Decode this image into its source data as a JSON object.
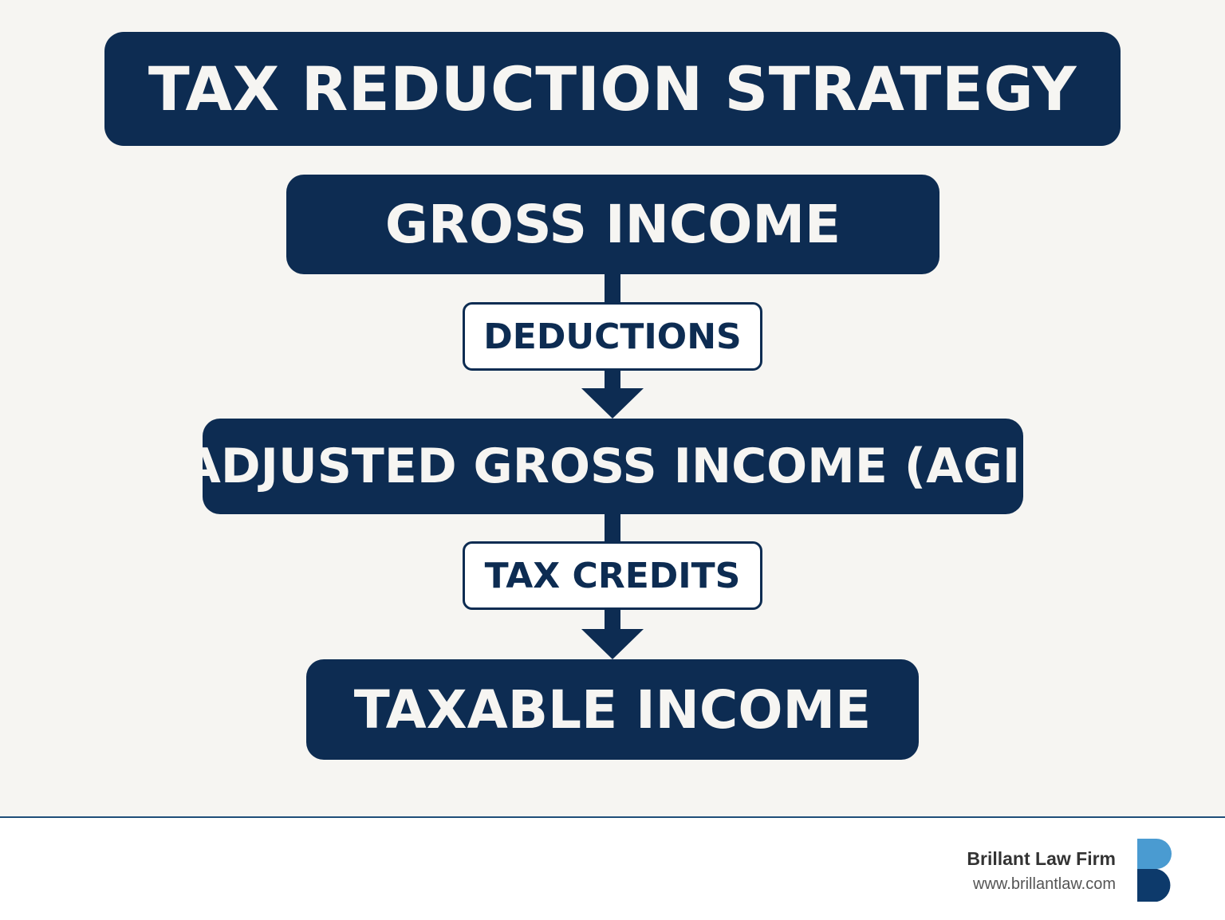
{
  "diagram": {
    "title": "TAX REDUCTION STRATEGY",
    "nodes": {
      "gross_income": "GROSS INCOME",
      "agi": "ADJUSTED GROSS INCOME (AGI)",
      "taxable_income": "TAXABLE INCOME"
    },
    "steps": {
      "deductions": "DEDUCTIONS",
      "tax_credits": "TAX CREDITS"
    },
    "flow": [
      "GROSS INCOME",
      "DEDUCTIONS",
      "ADJUSTED GROSS INCOME (AGI)",
      "TAX CREDITS",
      "TAXABLE INCOME"
    ]
  },
  "footer": {
    "brand_name": "Brillant Law Firm",
    "brand_url": "www.brillantlaw.com",
    "logo_icon": "brillant-b-logo-icon"
  },
  "colors": {
    "navy": "#0d2c52",
    "background": "#f6f5f2",
    "logo_light_blue": "#4a9bd1",
    "logo_dark_blue": "#0d3a6b"
  }
}
